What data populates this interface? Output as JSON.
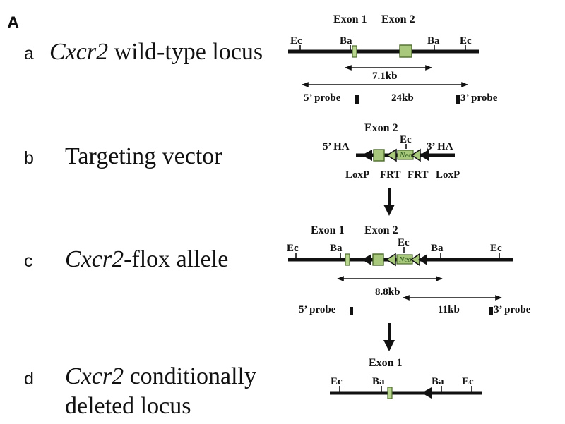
{
  "panel_label": "A",
  "rows": {
    "a": {
      "letter": "a",
      "title_gene": "Cxcr2",
      "title_rest": " wild-type locus"
    },
    "b": {
      "letter": "b",
      "title": "Targeting vector"
    },
    "c": {
      "letter": "c",
      "title_gene": "Cxcr2",
      "title_rest": "-flox allele"
    },
    "d": {
      "letter": "d",
      "title_gene": "Cxcr2",
      "title_rest": " conditionally",
      "title_line2": "deleted locus"
    }
  },
  "labels": {
    "exon1": "Exon 1",
    "exon2": "Exon 2",
    "ec": "Ec",
    "ba": "Ba",
    "probe5": "5’ probe",
    "probe3": "3’ probe",
    "ha5": "5’ HA",
    "ha3": "3’ HA",
    "neo": "Neo",
    "loxp": "LoxP",
    "frt": "FRT"
  },
  "sizes": {
    "a_ba_fragment": "7.1kb",
    "a_ec_fragment": "24kb",
    "c_ba_fragment": "8.8kb",
    "c_ec_fragment": "11kb"
  },
  "colors": {
    "exon": "#a8c97c",
    "exon_outline": "#4e6b2e",
    "line": "#111111"
  }
}
